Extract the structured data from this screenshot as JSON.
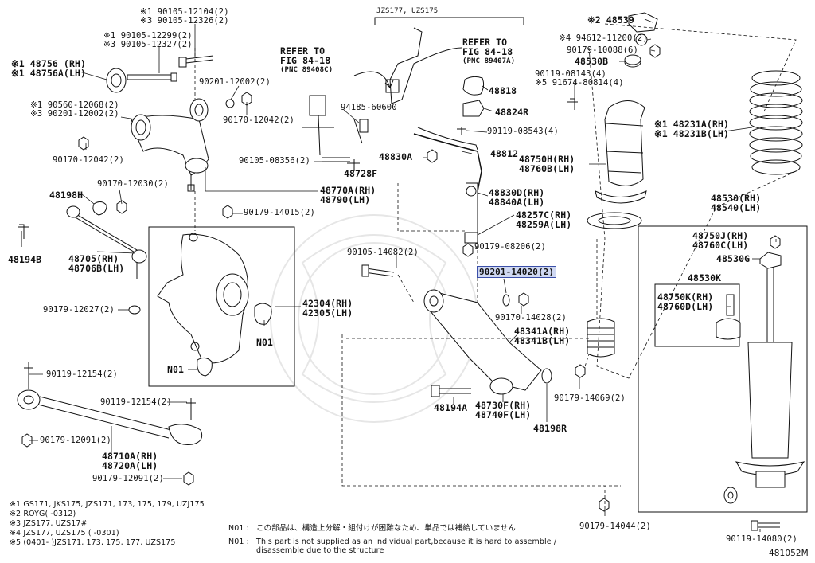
{
  "page_code": "481052M",
  "header_models": "JZS177, UZS175",
  "refer_left": {
    "line1": "REFER TO",
    "line2": "FIG 84-18",
    "line3": "(PNC 89408C)"
  },
  "refer_right": {
    "line1": "REFER TO",
    "line2": "FIG 84-18",
    "line3": "(PNC 89407A)"
  },
  "callouts": {
    "c01": [
      "※1 90105-12104(2)",
      "※3 90105-12326(2)"
    ],
    "c02": [
      "※1 90105-12299(2)",
      "※3 90105-12327(2)"
    ],
    "c03": [
      "※1 48756  (RH)",
      "※1 48756A(LH)"
    ],
    "c04": "90201-12002(2)",
    "c05": [
      "※1 90560-12068(2)",
      "※3 90201-12002(2)"
    ],
    "c06": "90170-12042(2)",
    "c07": "90170-12042(2)",
    "c08": "48198H",
    "c09": "90170-12030(2)",
    "c10": "48194B",
    "c11": [
      "48705(RH)",
      "48706B(LH)"
    ],
    "c12": "90179-12027(2)",
    "c13": "90119-12154(2)",
    "c14": "90119-12154(2)",
    "c15": "90179-12091(2)",
    "c16": [
      "48710A(RH)",
      "48720A(LH)"
    ],
    "c17": "90179-12091(2)",
    "c18": "94185-60600",
    "c19": "90105-08356(2)",
    "c20": "48728F",
    "c21": [
      "48770A(RH)",
      "48790(LH)"
    ],
    "c22": "90179-14015(2)",
    "c23": [
      "42304(RH)",
      "42305(LH)"
    ],
    "c24": "N01",
    "c25": "N01",
    "c26": "48818",
    "c27": "48824R",
    "c28": "90119-08543(4)",
    "c29": "48830A",
    "c30": "48812",
    "c31": [
      "48830D(RH)",
      "48840A(LH)"
    ],
    "c32": [
      "48257C(RH)",
      "48259A(LH)"
    ],
    "c33": "90179-08206(2)",
    "c34": "90105-14082(2)",
    "c35": "90201-14020(2)",
    "c36": "90170-14028(2)",
    "c37": [
      "48341A(RH)",
      "48341B(LH)"
    ],
    "c38": "90179-14069(2)",
    "c39": "48194A",
    "c40": [
      "48730F(RH)",
      "48740F(LH)"
    ],
    "c41": "48198R",
    "c42": "※2 48539",
    "c43": "※4 94612-11200(2)",
    "c44": "90179-10088(6)",
    "c45": "48530B",
    "c46": [
      "90119-08143(4)",
      "※5 91674-80814(4)"
    ],
    "c47": [
      "48750H(RH)",
      "48760B(LH)"
    ],
    "c48": [
      "※1 48231A(RH)",
      "※1 48231B(LH)"
    ],
    "c49": [
      "48530(RH)",
      "48540(LH)"
    ],
    "c50": [
      "48750J(RH)",
      "48760C(LH)"
    ],
    "c51": "48530G",
    "c52": "48530K",
    "c53": [
      "48750K(RH)",
      "48760D(LH)"
    ],
    "c54": "90179-14044(2)",
    "c55": "90119-14080(2)"
  },
  "notes_left": [
    "※1 GS171, JKS175, JZS171, 173, 175, 179, UZJ175",
    "※2 ROYG(        -0312)",
    "※3 JZS177, UZS17#",
    "※4 JZS177, UZS175 (       -0301)",
    "※5 (0401-      )JZS171, 173, 175, 177, UZS175"
  ],
  "notes_right": {
    "jp_label": "N01 :",
    "jp_text": "この部品は、構造上分解・組付けが困難なため、単品では補給していません",
    "en_label": "N01 :",
    "en_line1": "This part is not supplied as an individual part,because it is hard to assemble /",
    "en_line2": "disassemble due to the structure"
  },
  "colors": {
    "line": "#111111",
    "highlight_fill": "#cfd8f2",
    "highlight_border": "#3b4fa8"
  }
}
